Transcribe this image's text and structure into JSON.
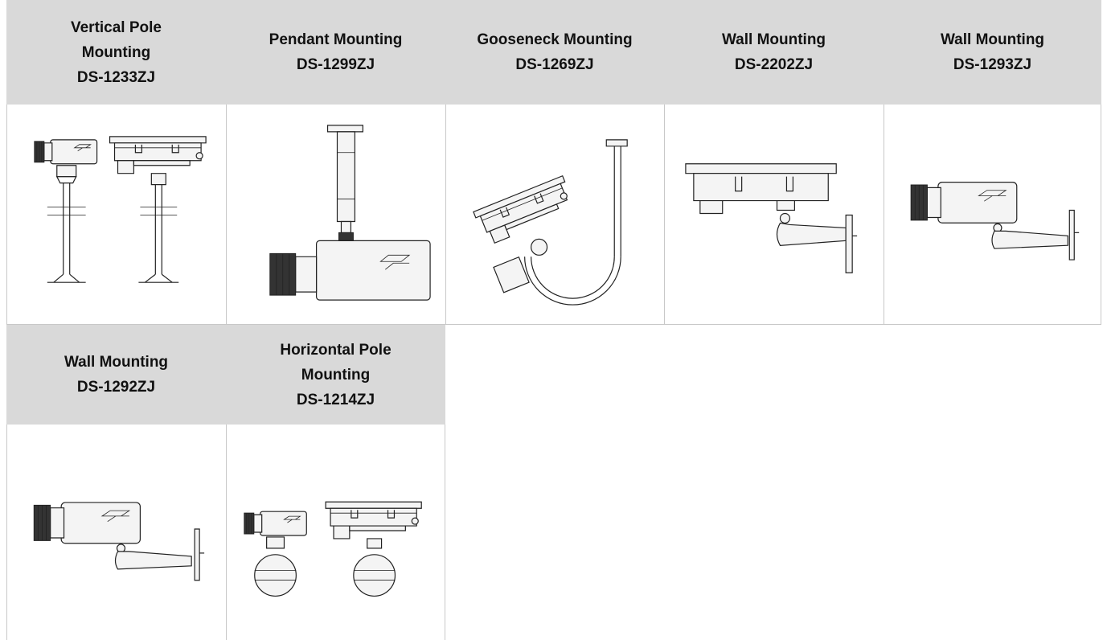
{
  "mounts": [
    {
      "title_lines": [
        "Vertical Pole",
        "Mounting"
      ],
      "model": "DS-1233ZJ",
      "icon": "vertical-pole-mount-drawing"
    },
    {
      "title_lines": [
        "Pendant Mounting"
      ],
      "model": "DS-1299ZJ",
      "icon": "pendant-mount-drawing"
    },
    {
      "title_lines": [
        "Gooseneck Mounting"
      ],
      "model": "DS-1269ZJ",
      "icon": "gooseneck-mount-drawing"
    },
    {
      "title_lines": [
        "Wall Mounting"
      ],
      "model": "DS-2202ZJ",
      "icon": "wall-mount-housing-drawing"
    },
    {
      "title_lines": [
        "Wall Mounting"
      ],
      "model": "DS-1293ZJ",
      "icon": "wall-mount-camera-drawing"
    },
    {
      "title_lines": [
        "Wall Mounting"
      ],
      "model": "DS-1292ZJ",
      "icon": "wall-mount-camera-drawing"
    },
    {
      "title_lines": [
        "Horizontal Pole",
        "Mounting"
      ],
      "model": "DS-1214ZJ",
      "icon": "horizontal-pole-mount-drawing"
    }
  ]
}
